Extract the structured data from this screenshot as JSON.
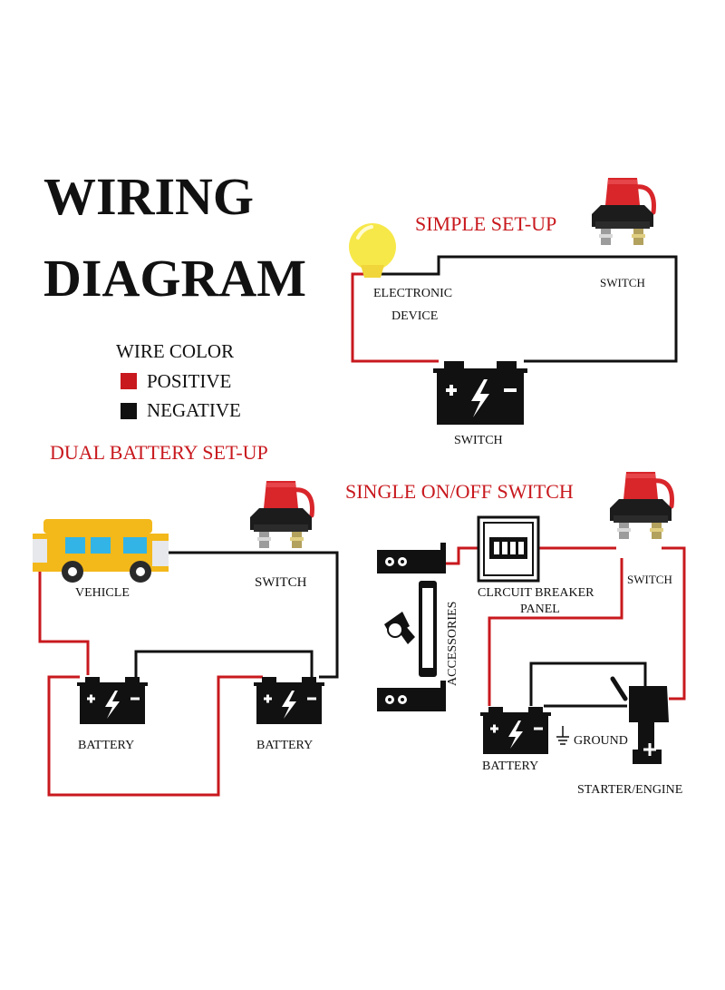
{
  "title": {
    "line1": "WIRING",
    "line2": "DIAGRAM"
  },
  "legend": {
    "heading": "WIRE COLOR",
    "positive": "POSITIVE",
    "negative": "NEGATIVE",
    "positive_color": "#c8191e",
    "negative_color": "#111111"
  },
  "simple_setup": {
    "heading": "SIMPLE SET-UP",
    "device_label_1": "ELECTRONIC",
    "device_label_2": "DEVICE",
    "switch_label": "SWITCH",
    "battery_label": "SWITCH"
  },
  "dual_battery": {
    "heading": "DUAL BATTERY  SET-UP",
    "vehicle_label": "VEHICLE",
    "switch_label": "SWITCH",
    "battery1_label": "BATTERY",
    "battery2_label": "BATTERY"
  },
  "single_switch": {
    "heading": "SINGLE ON/OFF  SWITCH",
    "panel_label_1": "CLRCUIT BREAKER",
    "panel_label_2": "PANEL",
    "switch_label": "SWITCH",
    "accessories_label": "ACCESSORIES",
    "battery_label": "BATTERY",
    "ground_label": "GROUND",
    "engine_label": "STARTER/ENGINE"
  },
  "icons": [
    "battery-switch-icon",
    "battery-icon",
    "light-bulb-icon",
    "rv-vehicle-icon",
    "circuit-breaker-panel-icon",
    "outlet-icon",
    "hairdryer-icon",
    "phone-icon",
    "outboard-engine-icon",
    "ground-icon"
  ]
}
